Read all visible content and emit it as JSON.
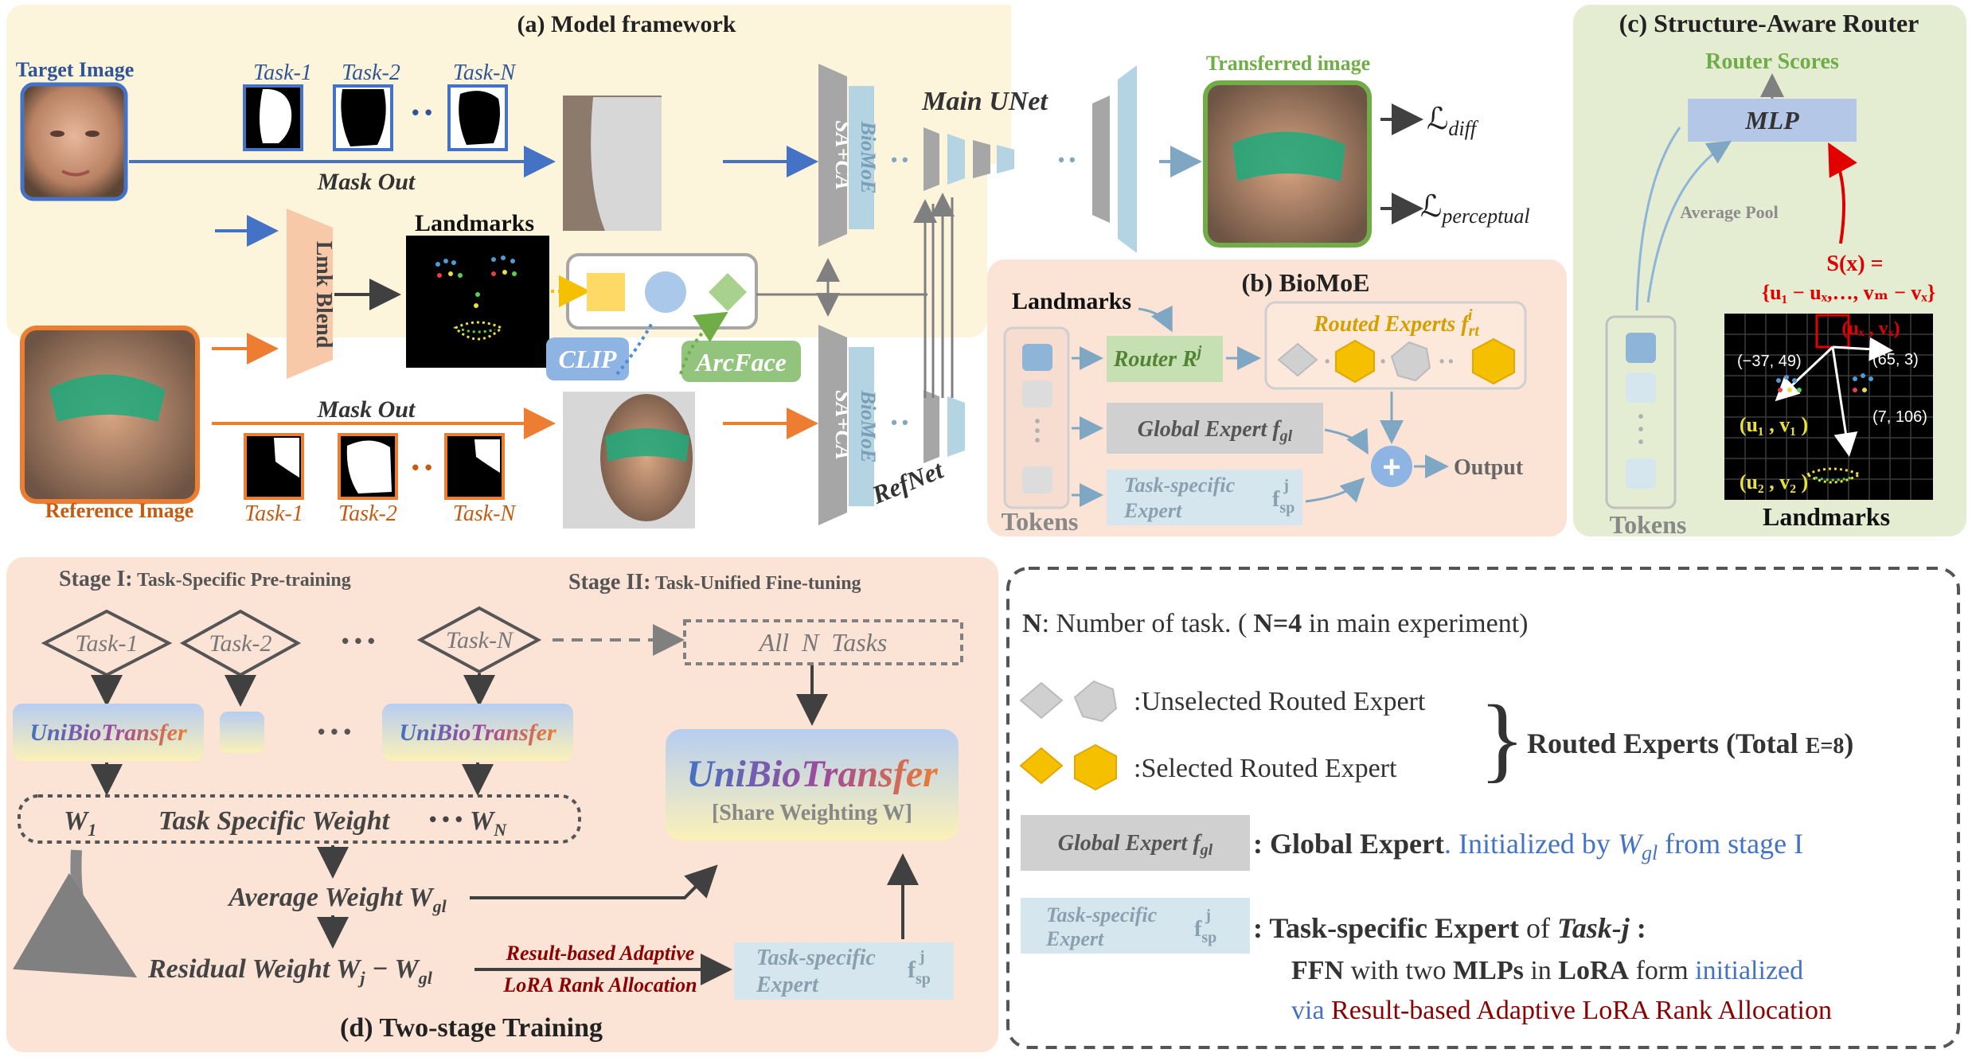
{
  "panel_a": {
    "title": "(a) Model framework",
    "target_image_label": "Target Image",
    "reference_image_label": "Reference Image",
    "task_labels_top": [
      "Task-1",
      "Task-2",
      "Task-N"
    ],
    "task_labels_bottom": [
      "Task-1",
      "Task-2",
      "Task-N"
    ],
    "mask_out_top": "Mask Out",
    "mask_out_bottom": "Mask Out",
    "lmk_blend": "Lmk Blend",
    "landmarks": "Landmarks",
    "clip": "CLIP",
    "arcface": "ArcFace",
    "sa_ca": "SA+CA",
    "biomoe": "BioMoE",
    "main_unet": "Main UNet",
    "refnet": "RefNet",
    "transferred_image": "Transferred image",
    "loss_diff": "diff",
    "loss_perceptual": "perceptual",
    "loss_symbol": "ℒ"
  },
  "panel_b": {
    "title": "(b) BioMoE",
    "landmarks": "Landmarks",
    "router": "Router R",
    "router_sup": "j",
    "routed_experts": "Routed Experts f",
    "routed_sub": "rt",
    "routed_sup": "i",
    "global_expert": "Global Expert f",
    "global_sub": "gl",
    "task_expert_line1": "Task-specific",
    "task_expert_line2": "Expert",
    "task_f": "f",
    "task_sub": "sp",
    "task_sup": "j",
    "output": "Output",
    "tokens": "Tokens"
  },
  "panel_c": {
    "title": "(c) Structure-Aware Router",
    "router_scores": "Router Scores",
    "mlp": "MLP",
    "average_pool": "Average Pool",
    "formula_line1": "S(x) =",
    "formula_line2": "{u₁ − uₓ,…, vₘ − vₓ}",
    "coord1": "(−37, 49)",
    "coord2": "(65, 3)",
    "coord3": "(7, 106)",
    "ux_vx": "(uₓ , vₓ)",
    "u1_v1": "(u₁ , v₁ )",
    "u2_v2": "(u₂ , v₂ )",
    "tokens": "Tokens",
    "landmarks": "Landmarks"
  },
  "panel_d": {
    "title": "(d) Two-stage Training",
    "stage1_bold": "Stage I:",
    "stage1_text": " Task-Specific Pre-training",
    "stage2_bold": "Stage II:",
    "stage2_text": " Task-Unified Fine-tuning",
    "tasks": [
      "Task-1",
      "Task-2",
      "Task-N"
    ],
    "ellipsis": "• • •",
    "all_tasks": "All  N  Tasks",
    "unibio": "UniBioTransfer",
    "unibio_big": "UniBioTransfer",
    "share_weighting": "[Share Weighting W]",
    "w1": "W",
    "w1_sub": "1",
    "task_specific_weight": "Task Specific Weight",
    "wn": "W",
    "wn_sub": "N",
    "average_weight": "Average Weight W",
    "avg_sub": "gl",
    "residual_weight": "Residual Weight W",
    "res_sub_j": "j",
    "res_minus": " − W",
    "res_sub_gl": "gl",
    "lora_line1": "Result-based Adaptive",
    "lora_line2": "LoRA Rank Allocation",
    "task_expert_line1": "Task-specific",
    "task_expert_line2": "Expert",
    "task_f": "f",
    "task_sub": "sp",
    "task_sup": "j"
  },
  "legend": {
    "n_bold": "N",
    "n_text": ": Number of task. (",
    "n_eq": "N=4",
    "n_text2": " in main experiment)",
    "unselected": ":Unselected Routed Expert",
    "selected": ":Selected Routed Expert",
    "routed_experts": "Routed Experts (Total ",
    "routed_e": "E=8",
    "routed_close": ")",
    "global_box": "Global Expert f",
    "global_box_sub": "gl",
    "global_desc_bold": ": Global Expert",
    "global_desc_text": ". Initialized by ",
    "global_desc_w": "W",
    "global_desc_wsub": "gl",
    "global_desc_tail": " from stage I",
    "task_box_line1": "Task-specific",
    "task_box_line2": "Expert",
    "task_box_f": "f",
    "task_box_sub": "sp",
    "task_box_sup": "j",
    "task_desc_bold1": ": Task-specific Expert",
    "task_desc_of": " of ",
    "task_desc_task": "Task-j",
    "task_desc_colon": " :",
    "ffn_bold": "FFN",
    "ffn_with": " with two ",
    "ffn_mlps": "MLPs",
    "ffn_in": " in ",
    "ffn_lora": "LoRA",
    "ffn_form": " form ",
    "ffn_init": "initialized",
    "via": "via ",
    "via_red": "Result-based Adaptive LoRA Rank Allocation"
  },
  "colors": {
    "panel_a_bg": "#fdf4dc",
    "panel_b_bg": "#fbe3d6",
    "panel_c_bg": "#e4ecd2",
    "panel_d_bg": "#fbe3d6",
    "blue": "#4472c4",
    "orange": "#ed7d31",
    "green": "#70ad47",
    "red": "#e00000",
    "gray": "#a6a6a6",
    "light_blue": "#b4ccdc",
    "gold": "#f5c000",
    "dark_red": "#8b0000"
  }
}
